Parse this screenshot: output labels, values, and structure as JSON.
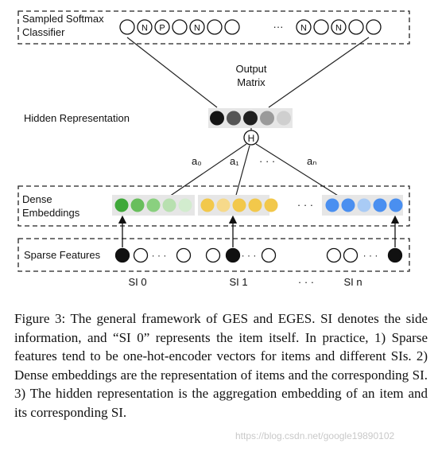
{
  "diagram": {
    "layers": {
      "sampled_softmax": "Sampled Softmax\nClassifier",
      "output_matrix": "Output\nMatrix",
      "hidden_representation": "Hidden Representation",
      "dense_embeddings": "Dense\nEmbeddings",
      "sparse_features": "Sparse Features"
    },
    "softmax_nodes": [
      "",
      "N",
      "P",
      "",
      "N",
      "",
      "",
      "···",
      "N",
      "",
      "N",
      "",
      ""
    ],
    "aggregator_label": "H",
    "weights": [
      "a₀",
      "a₁",
      "· · ·",
      "aₙ"
    ],
    "side_info_labels": [
      "SI 0",
      "SI 1",
      "· · ·",
      "SI n"
    ],
    "ellipsis": "· · ·",
    "hidden_colors": [
      "#141414",
      "#555555",
      "#202020",
      "#9a9a9a",
      "#cfcfcf"
    ],
    "embedding_groups": [
      {
        "name": "SI 0",
        "colors": [
          "#3fa83a",
          "#68be5c",
          "#8ad07f",
          "#b8e0b0",
          "#d2ecce"
        ]
      },
      {
        "name": "SI 1",
        "colors": [
          "#f2c84b",
          "#f6d98a",
          "#f2c84b",
          "#f2c84b",
          "#f2c84b"
        ]
      },
      {
        "name": "SI n",
        "colors": [
          "#4a8ff0",
          "#4a8ff0",
          "#a9cbf5",
          "#4a8ff0",
          "#4a8ff0"
        ]
      }
    ]
  },
  "caption": {
    "text": "Figure 3: The general framework of GES and EGES. SI denotes the side information, and “SI 0” represents the item itself. In practice, 1) Sparse features tend to be one-hot-encoder vectors for items and different SIs. 2) Dense embeddings are the representation of items and the corresponding SI. 3) The hidden representation is the aggregation embedding of an item and its corresponding SI."
  },
  "watermark": "https://blog.csdn.net/google19890102"
}
